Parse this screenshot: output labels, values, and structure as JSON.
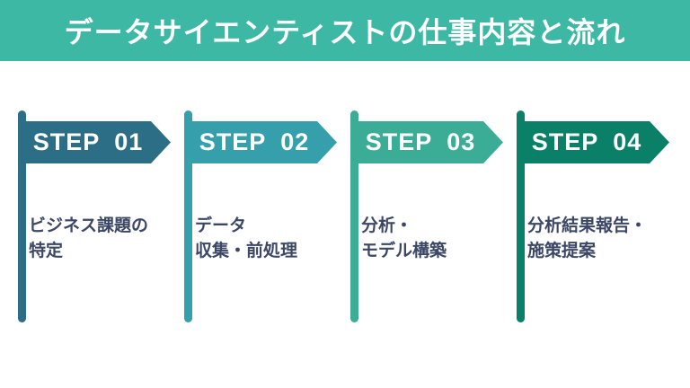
{
  "header": {
    "title": "データサイエンティストの仕事内容と流れ",
    "bg_color": "#3CB8A4",
    "text_color": "#FFFFFF"
  },
  "description_text_color": "#3B4765",
  "steps": [
    {
      "label": "STEP 01",
      "description": "ビジネス課題の\n特定",
      "color": "#2D6E87"
    },
    {
      "label": "STEP 02",
      "description": "データ\n収集・前処理",
      "color": "#35A0AB"
    },
    {
      "label": "STEP 03",
      "description": "分析・\nモデル構築",
      "color": "#3BAD96"
    },
    {
      "label": "STEP 04",
      "description": "分析結果報告・\n施策提案",
      "color": "#0A8068"
    }
  ]
}
